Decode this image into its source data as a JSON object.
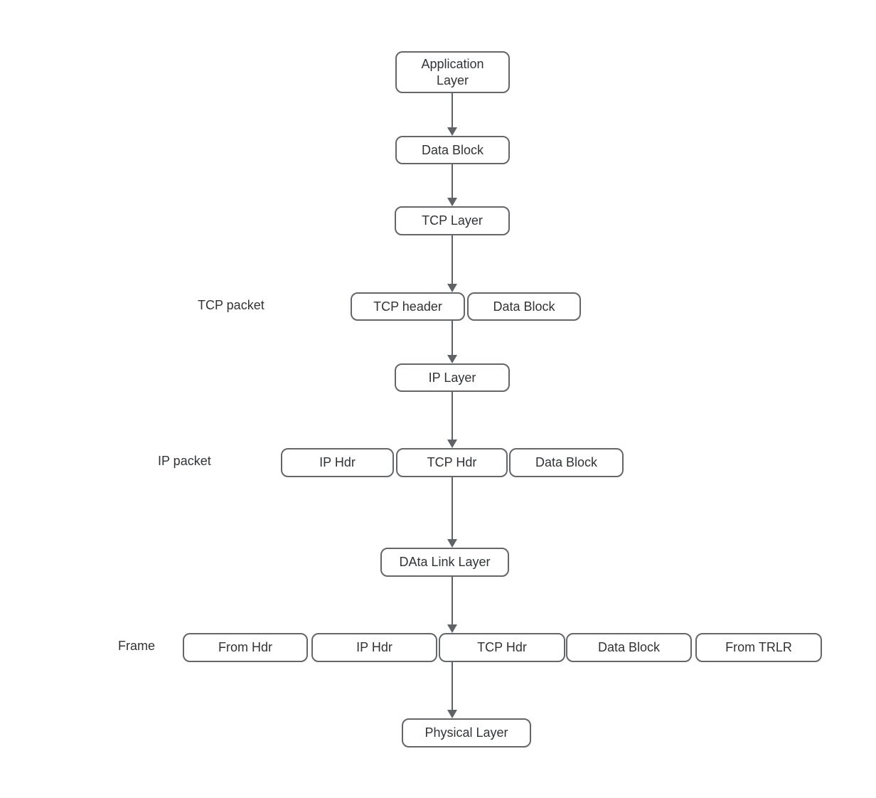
{
  "diagram": {
    "type": "flowchart",
    "subject": "TCP/IP data encapsulation layers",
    "colors": {
      "background": "#ffffff",
      "node_fill": "#ffffff",
      "node_stroke": "#63666a",
      "text": "#303336",
      "arrow": "#5f6368"
    },
    "nodes": [
      {
        "id": "application-layer",
        "label": "Application Layer"
      },
      {
        "id": "data-block-1",
        "label": "Data Block"
      },
      {
        "id": "tcp-layer",
        "label": "TCP Layer"
      },
      {
        "id": "tcp-header",
        "label": "TCP header"
      },
      {
        "id": "data-block-2",
        "label": "Data Block"
      },
      {
        "id": "ip-layer",
        "label": "IP Layer"
      },
      {
        "id": "ip-hdr-1",
        "label": "IP Hdr"
      },
      {
        "id": "tcp-hdr-1",
        "label": "TCP Hdr"
      },
      {
        "id": "data-block-3",
        "label": "Data Block"
      },
      {
        "id": "data-link-layer",
        "label": "DAta Link Layer"
      },
      {
        "id": "from-hdr",
        "label": "From Hdr"
      },
      {
        "id": "ip-hdr-2",
        "label": "IP Hdr"
      },
      {
        "id": "tcp-hdr-2",
        "label": "TCP Hdr"
      },
      {
        "id": "data-block-4",
        "label": "Data Block"
      },
      {
        "id": "from-trlr",
        "label": "From TRLR"
      },
      {
        "id": "physical-layer",
        "label": "Physical Layer"
      }
    ],
    "row_labels": [
      {
        "id": "tcp-packet",
        "label": "TCP packet"
      },
      {
        "id": "ip-packet",
        "label": "IP packet"
      },
      {
        "id": "frame",
        "label": "Frame"
      }
    ],
    "edges": [
      "Application Layer -> Data Block",
      "Data Block -> TCP Layer",
      "TCP Layer -> TCP packet row",
      "TCP header -> IP Layer",
      "IP Layer -> IP packet row",
      "TCP Hdr -> DAta Link Layer",
      "DAta Link Layer -> Frame row",
      "TCP Hdr (frame) -> Physical Layer"
    ]
  }
}
